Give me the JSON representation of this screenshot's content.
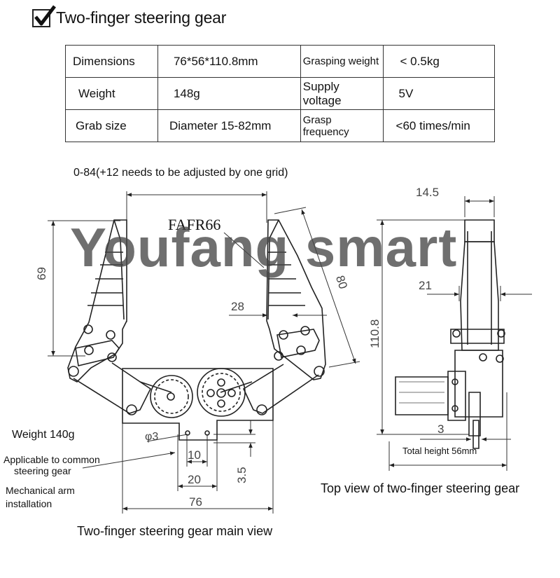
{
  "header": {
    "title": "Two-finger steering gear",
    "check_icon": "check-icon"
  },
  "specs": {
    "rows": [
      [
        "Dimensions",
        "76*56*110.8mm",
        "Grasping weight",
        "< 0.5kg"
      ],
      [
        "Weight",
        "148g",
        "Supply voltage",
        "5V"
      ],
      [
        "Grab size",
        "Diameter 15-82mm",
        "Grasp frequency",
        "<60 times/min"
      ]
    ]
  },
  "main_view": {
    "opening_note": "0-84(+12 needs to be adjusted by one grid)",
    "part_code": "FAFR66",
    "dim_69": "69",
    "dim_80": "80",
    "dim_28": "28",
    "dim_phi3": "φ3",
    "dim_10": "10",
    "dim_3_5": "3.5",
    "dim_20": "20",
    "dim_76": "76",
    "weight_note": "Weight 140g",
    "servo_note_line1": "Applicable to common",
    "servo_note_line2": "steering gear",
    "arm_note_line1": "Mechanical arm",
    "arm_note_line2": "installation",
    "caption": "Two-finger steering gear main view"
  },
  "side_view": {
    "dim_14_5": "14.5",
    "dim_21": "21",
    "dim_110_8": "110.8",
    "dim_3": "3",
    "total_height": "Total height 56mm",
    "caption": "Top view of two-finger steering gear"
  },
  "watermark": "Youfang smart"
}
